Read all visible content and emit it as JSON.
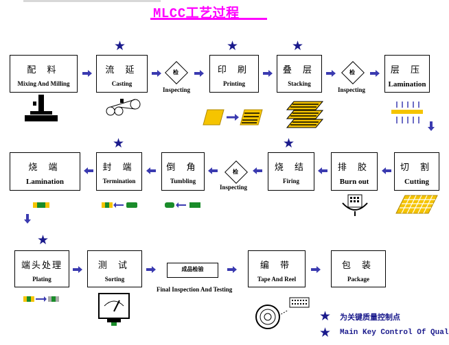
{
  "title": "MLCC工艺过程",
  "row1": [
    {
      "cn": "配 料",
      "en": "Mixing And Milling"
    },
    {
      "cn": "流 延",
      "en": "Casting"
    },
    {
      "cn": "印 刷",
      "en": "Printing"
    },
    {
      "cn": "叠 层",
      "en": "Stacking"
    },
    {
      "cn": "层 压",
      "en": "Lamination"
    }
  ],
  "row2": [
    {
      "cn": "烧 端",
      "en": "Lamination"
    },
    {
      "cn": "封 端",
      "en": "Termination"
    },
    {
      "cn": "倒 角",
      "en": "Tumbling"
    },
    {
      "cn": "烧 结",
      "en": "Firing"
    },
    {
      "cn": "排 胶",
      "en": "Burn out"
    },
    {
      "cn": "切 割",
      "en": "Cutting"
    }
  ],
  "row3": [
    {
      "cn": "端头处理",
      "en": "Plating"
    },
    {
      "cn": "测 试",
      "en": "Sorting"
    },
    {
      "cn": "编 带",
      "en": "Tape And Reel"
    },
    {
      "cn": "包 装",
      "en": "Package"
    }
  ],
  "inspect": {
    "symbol": "检",
    "label": "Inspecting"
  },
  "final_inspection": {
    "cn": "成品检验",
    "en": "Final Inspection And Testing"
  },
  "legend": {
    "cn": "为关键质量控制点",
    "en": "Main Key Control Of Quality"
  },
  "colors": {
    "title": "#ff00ff",
    "arrow": "#3a3ab0",
    "star": "#1a1a8c",
    "chip_green": "#1a8c2a",
    "chip_yellow": "#f5c400"
  }
}
